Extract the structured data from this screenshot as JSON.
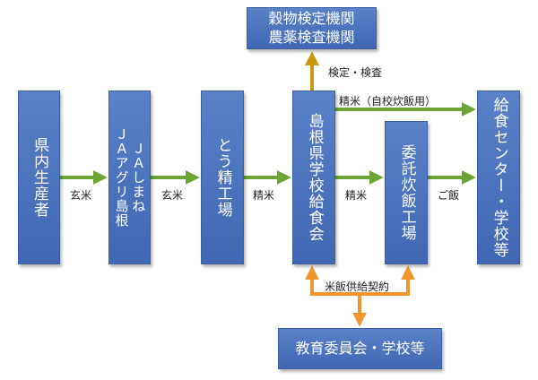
{
  "nodes": {
    "prefecture": "県内生産者",
    "ja_line1": "ＪＡアグリ島根",
    "ja_line2": "ＪＡしまね",
    "mill": "とう精工場",
    "school_lunch_assoc": "島根県学校給食会",
    "rice_cooking_plant": "委託炊飯工場",
    "center": "給食センター・学校等",
    "inspection": "穀物検定機関\n農薬検査機関",
    "education_board": "教育委員会・学校等"
  },
  "edges": {
    "genmai_1": "玄米",
    "genmai_2": "玄米",
    "seimai_1": "精米",
    "seimai_2": "精米",
    "seimai_self": "精米（自校炊飯用）",
    "gohan": "ご飯",
    "inspection": "検定・検査",
    "contract": "米飯供給契約"
  },
  "colors": {
    "box": "#4a72bd",
    "green_arrow": "#6aa536",
    "gold_arrow": "#c8970f",
    "orange_arrow": "#f0962c"
  }
}
